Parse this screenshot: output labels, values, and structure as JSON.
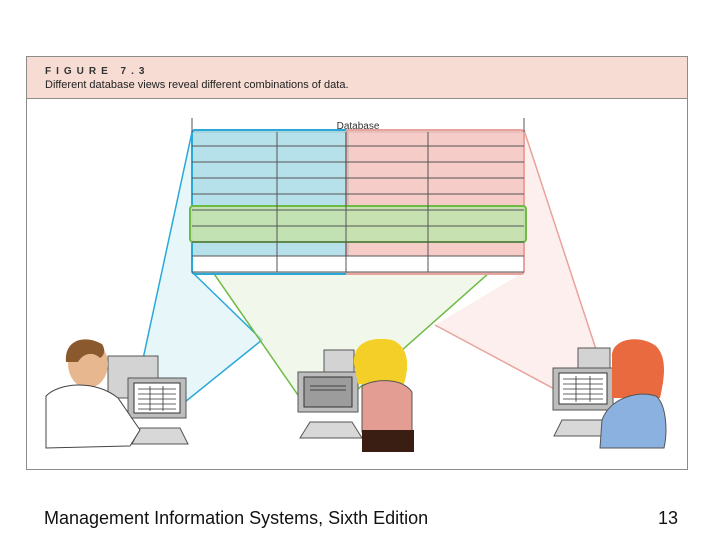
{
  "figure": {
    "label": "FIGURE 7.3",
    "caption": "Different database views reveal different combinations of data.",
    "database_label": "Database"
  },
  "footer": {
    "title": "Management Information Systems, Sixth Edition",
    "page_number": "13"
  },
  "colors": {
    "blue_view": "#2aa8d8",
    "red_view": "#e7a39c",
    "green_view": "#6dbb45",
    "header_band": "#f6dcd3"
  }
}
